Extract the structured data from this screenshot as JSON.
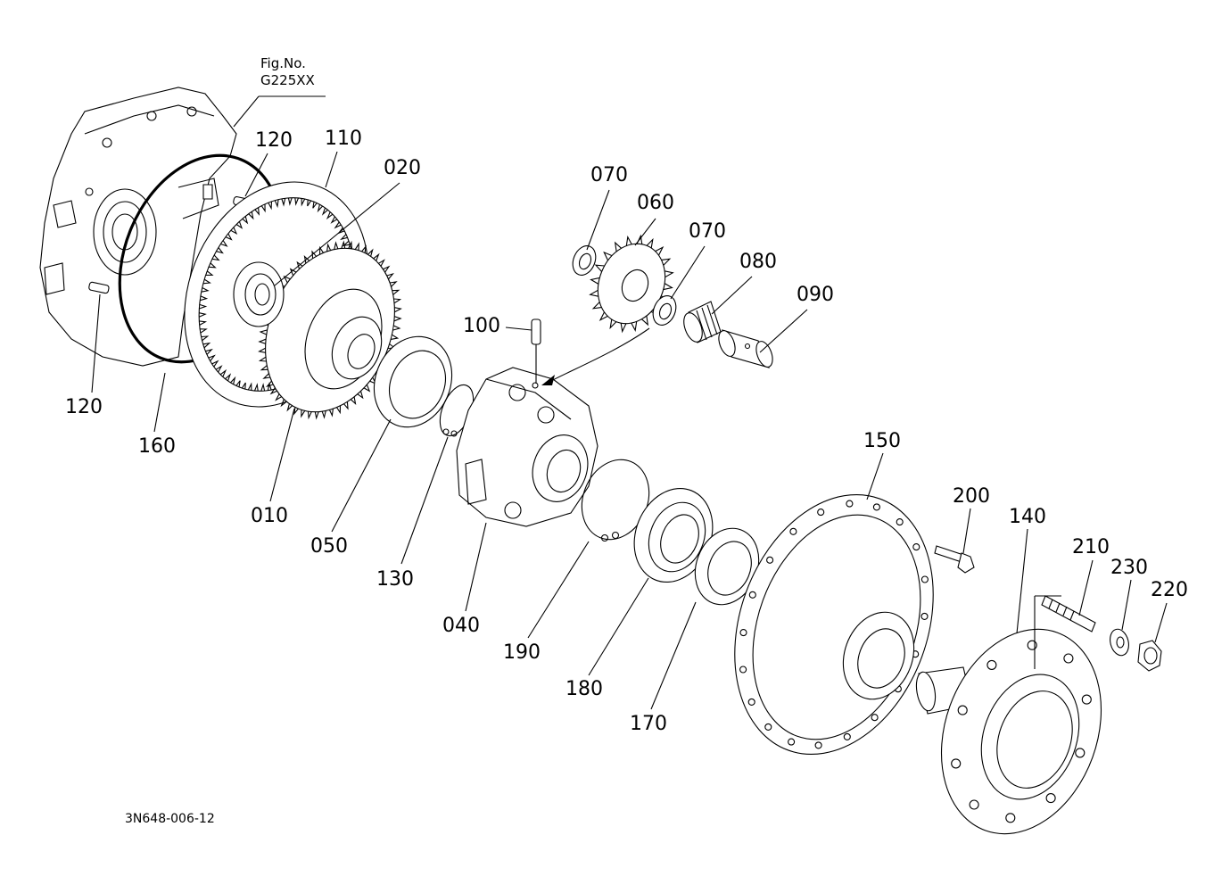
{
  "figure": {
    "caption_line1": "Fig.No.",
    "caption_line2": "G225XX"
  },
  "drawing_code": "3N648-006-12",
  "parts": [
    {
      "id": "p120a",
      "label": "120"
    },
    {
      "id": "p110",
      "label": "110"
    },
    {
      "id": "p020",
      "label": "020"
    },
    {
      "id": "p070a",
      "label": "070"
    },
    {
      "id": "p060",
      "label": "060"
    },
    {
      "id": "p070b",
      "label": "070"
    },
    {
      "id": "p080",
      "label": "080"
    },
    {
      "id": "p090",
      "label": "090"
    },
    {
      "id": "p100",
      "label": "100"
    },
    {
      "id": "p120b",
      "label": "120"
    },
    {
      "id": "p160",
      "label": "160"
    },
    {
      "id": "p010",
      "label": "010"
    },
    {
      "id": "p050",
      "label": "050"
    },
    {
      "id": "p130",
      "label": "130"
    },
    {
      "id": "p040",
      "label": "040"
    },
    {
      "id": "p190",
      "label": "190"
    },
    {
      "id": "p180",
      "label": "180"
    },
    {
      "id": "p170",
      "label": "170"
    },
    {
      "id": "p150",
      "label": "150"
    },
    {
      "id": "p200",
      "label": "200"
    },
    {
      "id": "p140",
      "label": "140"
    },
    {
      "id": "p210",
      "label": "210"
    },
    {
      "id": "p230",
      "label": "230"
    },
    {
      "id": "p220",
      "label": "220"
    }
  ]
}
